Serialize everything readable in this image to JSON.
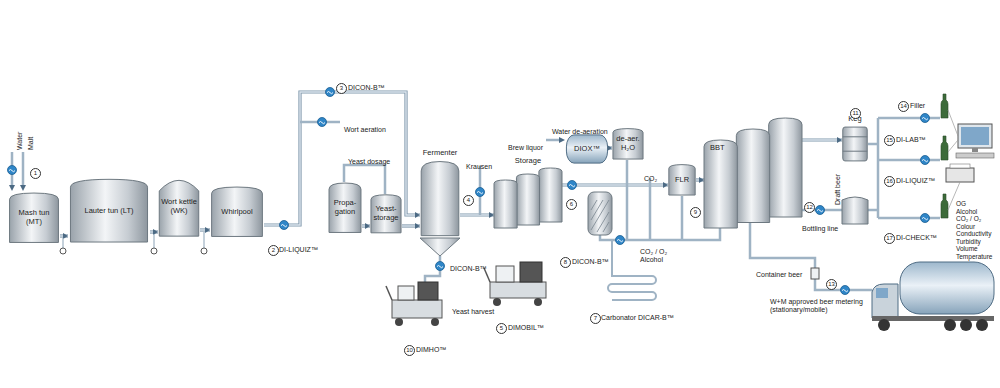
{
  "diagram": {
    "nodes": [
      {
        "text": [
          "Mash tun (MT)"
        ]
      },
      {
        "text": [
          "Lauter tun (LT)"
        ]
      },
      {
        "text": [
          "Wort kettle (WK)"
        ]
      },
      {
        "text": [
          "Whirlpool"
        ]
      },
      {
        "text": [
          "Propa-gation"
        ]
      },
      {
        "text": [
          "Yeast-storage"
        ]
      },
      {
        "text": [
          "Fermenter"
        ]
      },
      {
        "text": [
          "Storage"
        ]
      },
      {
        "text": [
          "DIOX™"
        ]
      },
      {
        "text": [
          "de-aer. H₂O"
        ]
      },
      {
        "text": [
          "FLR"
        ]
      },
      {
        "text": [
          "BBT"
        ]
      },
      {
        "text": [
          "Keg"
        ]
      }
    ],
    "edges": [
      {
        "from": 0,
        "to": 1,
        "arrow": "to"
      },
      {
        "from": 1,
        "to": 2,
        "arrow": "to"
      },
      {
        "from": 2,
        "to": 3,
        "arrow": "to"
      },
      {
        "from": 3,
        "to": 6,
        "arrow": "to"
      },
      {
        "from": 4,
        "to": 5,
        "arrow": "to"
      },
      {
        "from": 5,
        "to": 6,
        "arrow": "to"
      },
      {
        "from": 6,
        "to": 7,
        "arrow": "to"
      },
      {
        "from": 7,
        "to": 10,
        "arrow": "to"
      },
      {
        "from": 8,
        "to": 9,
        "arrow": "to"
      },
      {
        "from": 10,
        "to": 11,
        "arrow": "to"
      },
      {
        "from": 11,
        "to": 12,
        "arrow": "to"
      }
    ],
    "labels": [
      "Water",
      "Malt",
      "1",
      "2",
      "DI-LIQUIZ™",
      "3",
      "DICON-B™",
      "Wort aeration",
      "Yeast dosage",
      "Krausen",
      "4",
      "DICON-B™",
      "Yeast harvest",
      "10",
      "DIMHO™",
      "5",
      "DIMOBIL™",
      "Water de-aeration",
      "Brew liquor",
      "6",
      "CO₂",
      "8",
      "DICON-B™",
      "CO₂ / O₂ Alcohol",
      "7",
      "Carbonator DICAR-B™",
      "9",
      "11",
      "Draft beer",
      "Bottling line",
      "12",
      "Container beer",
      "13",
      "W+M approved beer metering (stationary/mobile)",
      "14",
      "Filler",
      "15",
      "DI-LAB™",
      "16",
      "DI-LIQUIZ™",
      "17",
      "DI-CHECK™",
      "OG",
      "Alcohol",
      "CO₂ / O₂",
      "Colour",
      "Conductivity",
      "Turbidity",
      "Volume",
      "Temperature"
    ]
  }
}
